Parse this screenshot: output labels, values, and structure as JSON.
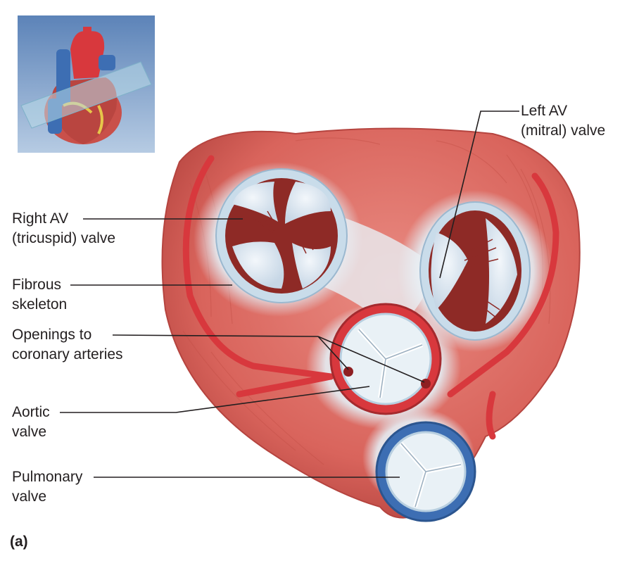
{
  "labels": {
    "right_av": [
      "Right AV",
      "(tricuspid) valve"
    ],
    "fibrous": [
      "Fibrous",
      "skeleton"
    ],
    "openings": [
      "Openings to",
      "coronary arteries"
    ],
    "aortic": [
      "Aortic",
      "valve"
    ],
    "pulmonary": [
      "Pulmonary",
      "valve"
    ],
    "left_av": [
      "Left AV",
      "(mitral) valve"
    ]
  },
  "panel_label": "(a)",
  "colors": {
    "muscle": "#d9645c",
    "muscle_dark": "#b5443f",
    "fibrous": "#e9f1f6",
    "valve_ring": "#c9dcea",
    "cusp": "#dfe9f2",
    "chamber": "#8e2a26",
    "artery": "#d8383d",
    "pulmonary_ring": "#3d6eb3",
    "leader": "#231f20",
    "inset_bg": "#6f93c2"
  }
}
